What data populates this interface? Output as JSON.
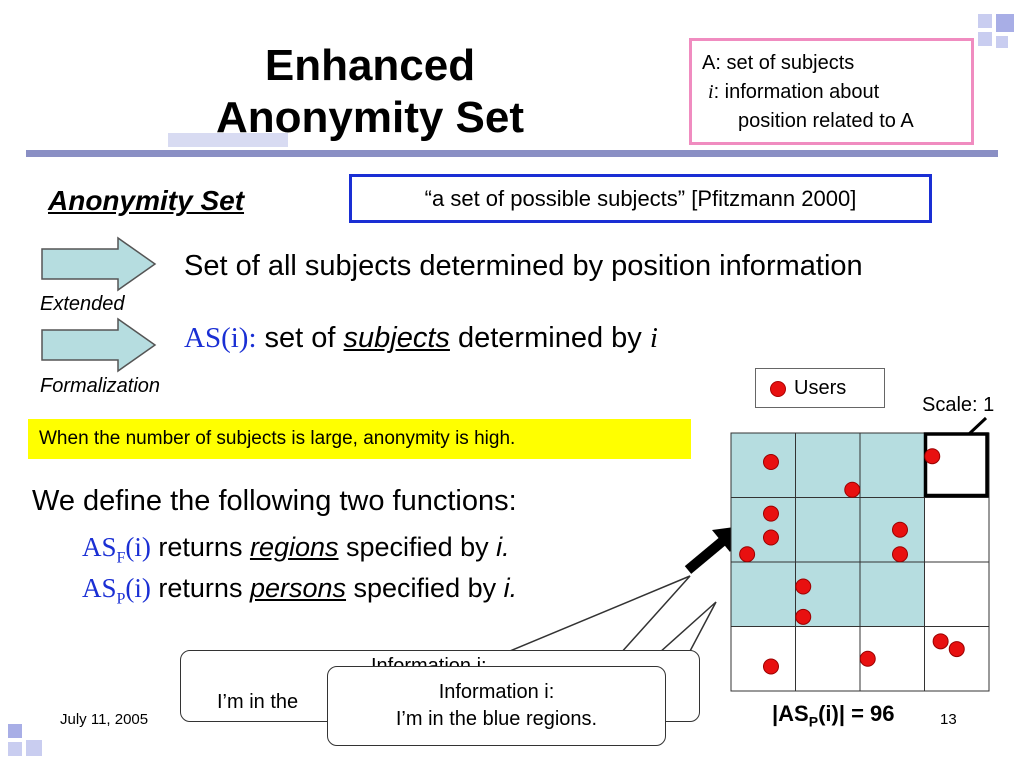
{
  "slide": {
    "title_line1": "Enhanced",
    "title_line2": "Anonymity Set",
    "legend": {
      "line1": "A: set of subjects",
      "i_symbol": "i",
      "line2_rest": ":  information about",
      "line3": "position related to A"
    },
    "anonymity_set_heading": "Anonymity Set",
    "quote": "“a set of possible subjects” [Pfitzmann 2000]",
    "extended_label": "Extended",
    "extended_text": "Set of all subjects determined by position information",
    "formalization_label": "Formalization",
    "formal": {
      "as_i": "AS(i):",
      "part1": " set of ",
      "subjects": "subjects",
      "part2": " determined by ",
      "i": "i"
    },
    "note": "When the number of subjects is large, anonymity is high.",
    "define_text": "We define the following two functions:",
    "functions": [
      {
        "name": "AS",
        "sub": "F",
        "arg": "(i)",
        "text1": " returns ",
        "key": "regions",
        "text2": " specified by ",
        "i": "i."
      },
      {
        "name": "AS",
        "sub": "P",
        "arg": "(i)",
        "text1": " returns ",
        "key": "persons",
        "text2": " specified by ",
        "i": "i."
      }
    ],
    "users_legend": "Users",
    "scale_label": "Scale: 1",
    "count_label": "|AS",
    "count_sub": "P",
    "count_rest": "(i)| = 96",
    "date": "July 11, 2005",
    "page_number": "13",
    "callout_back": {
      "line1": "Information i:",
      "line2": "I’m in the"
    },
    "callout_front": {
      "line1": "Information i:",
      "line2": "I’m in the blue regions."
    }
  },
  "grid": {
    "rows": 4,
    "cols": 4,
    "blue_cells": [
      [
        0,
        0
      ],
      [
        0,
        1
      ],
      [
        0,
        2
      ],
      [
        1,
        0
      ],
      [
        1,
        1
      ],
      [
        1,
        2
      ],
      [
        2,
        0
      ],
      [
        2,
        1
      ],
      [
        2,
        2
      ]
    ],
    "highlight_cell": [
      0,
      3
    ],
    "users": [
      [
        0.62,
        0.45
      ],
      [
        1.88,
        0.88
      ],
      [
        3.12,
        0.36
      ],
      [
        0.62,
        1.25
      ],
      [
        0.62,
        1.62
      ],
      [
        2.62,
        1.5
      ],
      [
        2.62,
        1.88
      ],
      [
        0.25,
        1.88
      ],
      [
        1.12,
        2.38
      ],
      [
        1.12,
        2.85
      ],
      [
        0.62,
        3.62
      ],
      [
        2.12,
        3.5
      ],
      [
        3.25,
        3.23
      ],
      [
        3.5,
        3.35
      ]
    ],
    "colors": {
      "blue": "#b6dde0",
      "user": "#e81010"
    }
  }
}
